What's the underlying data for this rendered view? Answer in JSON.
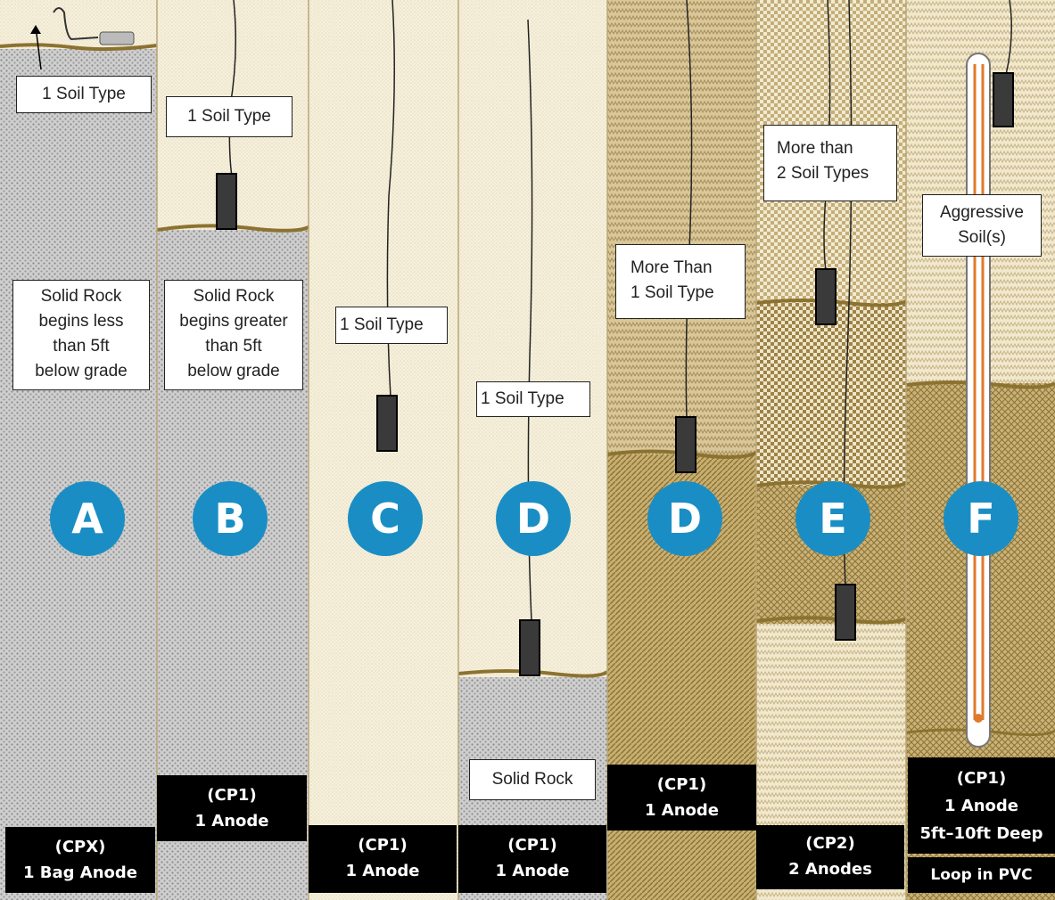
{
  "colors": {
    "gravel": "#c9c9c9",
    "sand_light": "#f3ecd7",
    "soil_tan": "#c8b27a",
    "soil_dark": "#a68a4c",
    "grade_line": "#8c7230",
    "anode": "#3a3a3a",
    "circle": "#1a8ec4",
    "pvc_wire": "#e07a2b"
  },
  "columns": [
    {
      "letter": "A",
      "labels": [
        "1 Soil Type",
        "Solid Rock\nbegins less\nthan 5ft\nbelow grade"
      ],
      "caption": "(CPX)\n1 Bag Anode"
    },
    {
      "letter": "B",
      "labels": [
        "1 Soil Type",
        "Solid Rock\nbegins greater\nthan 5ft\nbelow grade"
      ],
      "caption": "(CP1)\n1 Anode"
    },
    {
      "letter": "C",
      "labels": [
        "1 Soil Type"
      ],
      "caption": "(CP1)\n1 Anode"
    },
    {
      "letter": "D",
      "labels": [
        "1 Soil Type",
        "Solid Rock"
      ],
      "caption": "(CP1)\n1 Anode"
    },
    {
      "letter": "D",
      "labels": [
        "More Than\n1 Soil Type"
      ],
      "caption": "(CP1)\n1 Anode"
    },
    {
      "letter": "E",
      "labels": [
        "More than\n2 Soil Types"
      ],
      "caption": "(CP2)\n2 Anodes"
    },
    {
      "letter": "F",
      "labels": [
        "Aggressive\nSoil(s)"
      ],
      "caption": "(CP1)\n1 Anode\n5ft–10ft Deep",
      "caption_extra": "Loop in PVC"
    }
  ]
}
